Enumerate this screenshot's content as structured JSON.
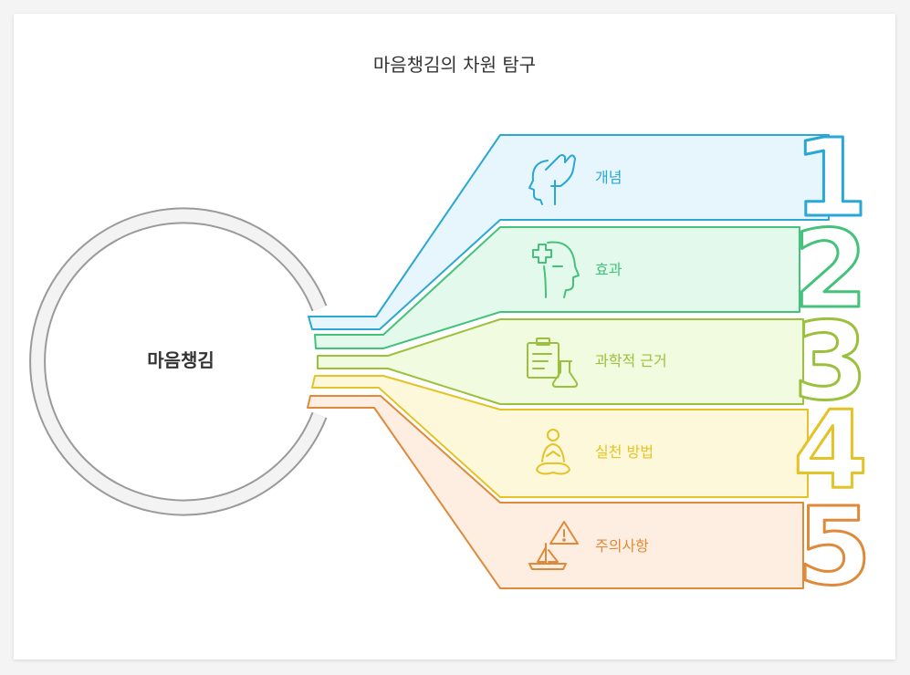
{
  "title": "마음챙김의 차원 탐구",
  "hub": {
    "label": "마음챙김"
  },
  "branches": [
    {
      "number": "1",
      "label": "개념",
      "icon": "head-with-hand-icon",
      "color": "#2aa7d4",
      "fill": "#e6f6fc"
    },
    {
      "number": "2",
      "label": "효과",
      "icon": "head-with-medical-cross-icon",
      "color": "#44c27b",
      "fill": "#e2f9ec"
    },
    {
      "number": "3",
      "label": "과학적 근거",
      "icon": "clipboard-flask-icon",
      "color": "#9bc13c",
      "fill": "#f1fbdf"
    },
    {
      "number": "4",
      "label": "실천 방법",
      "icon": "meditating-person-icon",
      "color": "#e3c326",
      "fill": "#fdf8d9"
    },
    {
      "number": "5",
      "label": "주의사항",
      "icon": "warning-sailboat-icon",
      "color": "#df8a3a",
      "fill": "#fdeee1"
    }
  ]
}
